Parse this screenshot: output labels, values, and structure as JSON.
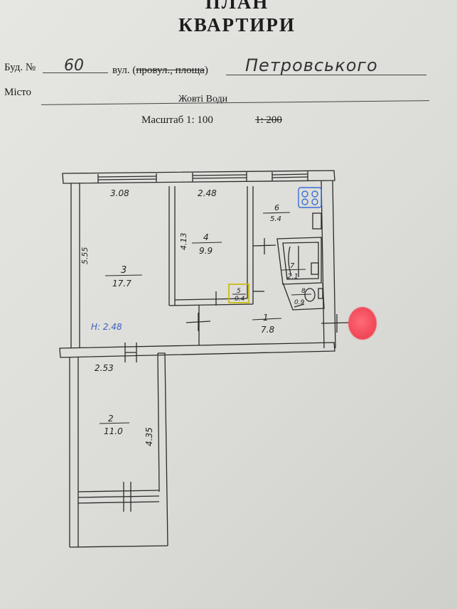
{
  "header": {
    "title_line1": "ПЛАН",
    "title_line2": "КВАРТИРИ"
  },
  "address": {
    "building_label": "Буд. №",
    "building_number": "60",
    "street_label": "вул. (",
    "street_struck": "провул., площа",
    "street_close": ")",
    "street_name": "Петровського",
    "city_label": "Місто",
    "city_name": "Жовті Води"
  },
  "scale": {
    "label": "Масштаб 1: 100",
    "struck": "1: 200"
  },
  "plan": {
    "ceiling_height": "Н: 2.48",
    "dims": {
      "room3_width": "3.08",
      "room4_width": "2.48",
      "room3_height": "5.55",
      "room4_height": "4.13",
      "room2_width": "2.53",
      "room2_height": "4.35"
    },
    "rooms": [
      {
        "num": "1",
        "area": "7.8"
      },
      {
        "num": "2",
        "area": "11.0"
      },
      {
        "num": "3",
        "area": "17.7"
      },
      {
        "num": "4",
        "area": "9.9"
      },
      {
        "num": "5",
        "area": "0.4"
      },
      {
        "num": "6",
        "area": "5.4"
      },
      {
        "num": "7",
        "area": "2.1"
      },
      {
        "num": "8",
        "area": "0.9"
      }
    ]
  }
}
